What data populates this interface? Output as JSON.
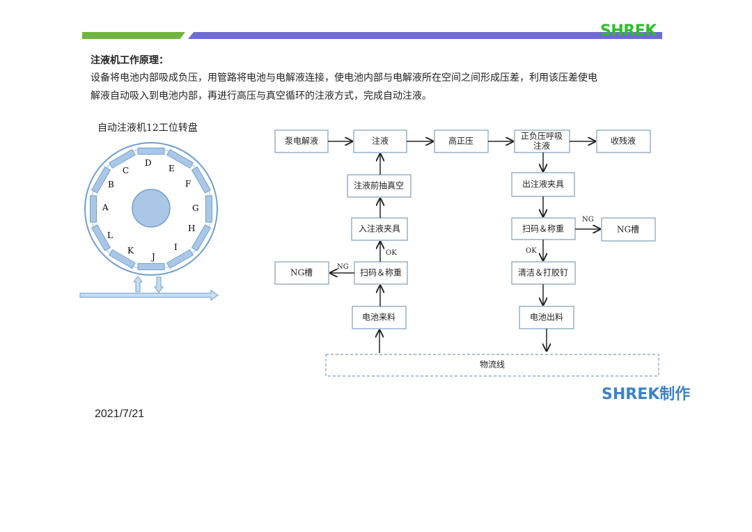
{
  "header": {
    "logo": "SHREK",
    "colors": {
      "green": "#6fb43f",
      "blue": "#6e6ad6",
      "logo": "#2dbd2d"
    }
  },
  "text": {
    "heading": "注液机工作原理：",
    "line1": "设备将电池内部吸成负压，用管路将电池与电解液连接，使电池内部与电解液所在空间之间形成压差，利用该压差使电",
    "line2": "解液自动吸入到电池内部，再进行高压与真空循环的注液方式，完成自动注液。"
  },
  "turntable": {
    "title": "自动注液机12工位转盘",
    "stations": [
      "A",
      "B",
      "C",
      "D",
      "E",
      "F",
      "G",
      "H",
      "I",
      "J",
      "K",
      "L"
    ],
    "colors": {
      "fill": "#aac8e6",
      "stroke": "#6f9fcf"
    }
  },
  "flow": {
    "pump": "泵电解液",
    "inject": "注液",
    "high_pressure": "高正压",
    "breath_1": "正负压呼吸",
    "breath_2": "注液",
    "collect": "收残液",
    "pre_vacuum": "注液前抽真空",
    "unload_fixture": "出注液夹具",
    "load_fixture": "入注液夹具",
    "scan_weigh_right": "扫码＆称重",
    "ng_right": "NG槽",
    "ng_left": "NG槽",
    "scan_weigh_left": "扫码＆称重",
    "clean": "清洁＆打胶钉",
    "battery_in": "电池来料",
    "battery_out": "电池出料",
    "logistics": "物流线",
    "ng_label_left": "NG",
    "ok_label_left": "OK",
    "ng_label_right": "NG",
    "ok_label_right": "OK"
  },
  "footer": {
    "maker": "SHREK制作",
    "date": "2021/7/21",
    "maker_color": "#3d82c8"
  }
}
